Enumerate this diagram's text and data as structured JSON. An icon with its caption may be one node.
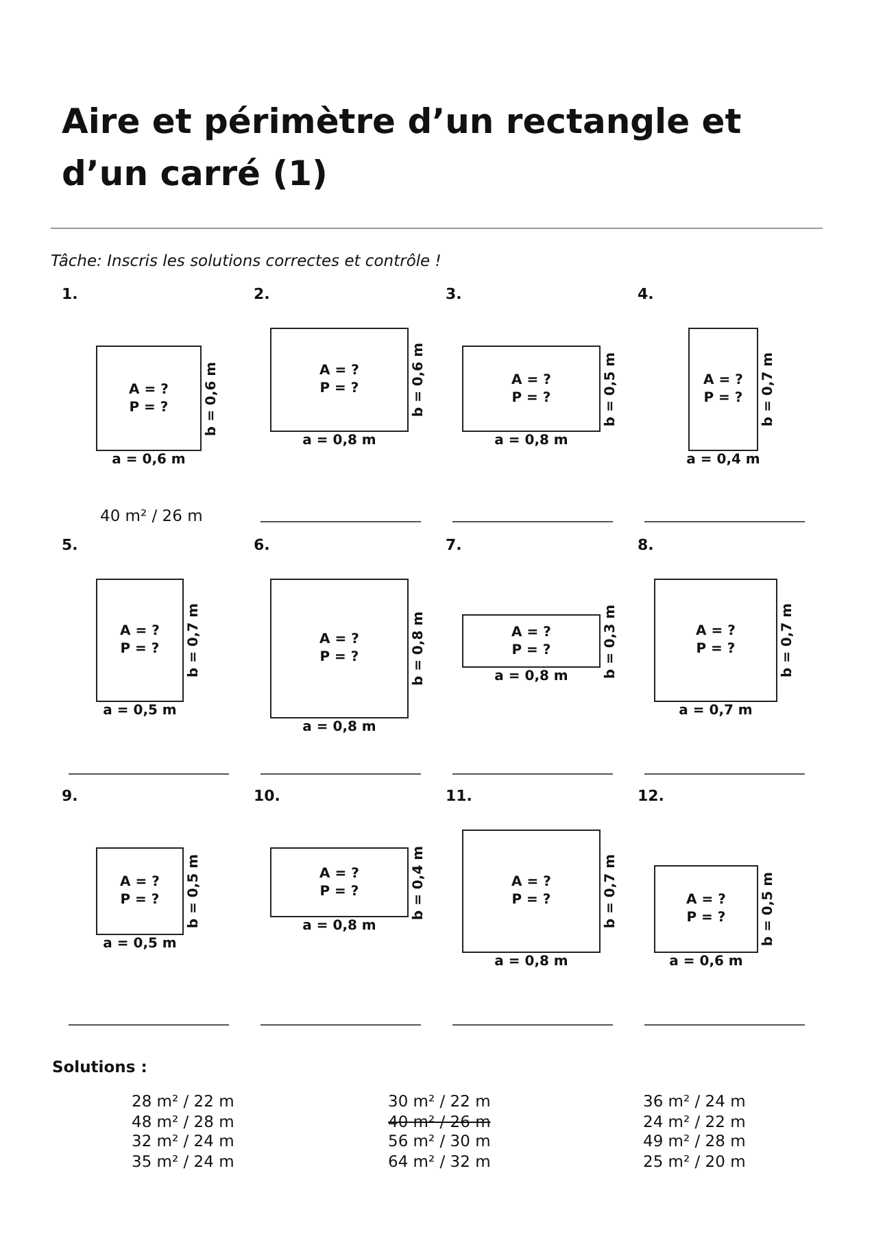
{
  "diagram": {
    "title": "Aire et périmètre d’un rectangle et d’un carré (1)",
    "nodes": [
      {
        "text": [
          "A = ? P = ?"
        ],
        "beside": [
          "a = 0,6 m",
          "b = 0,6 m"
        ]
      },
      {
        "text": [
          "A = ? P = ?"
        ],
        "beside": [
          "a = 0,8 m",
          "b = 0,6 m"
        ]
      },
      {
        "text": [
          "A = ? P = ?"
        ],
        "beside": [
          "a = 0,8 m",
          "b = 0,5 m"
        ]
      },
      {
        "text": [
          "A = ? P = ?"
        ],
        "beside": [
          "a = 0,4 m",
          "b = 0,7 m"
        ]
      },
      {
        "text": [
          "A = ? P = ?"
        ],
        "beside": [
          "a = 0,5 m",
          "b = 0,7 m"
        ]
      },
      {
        "text": [
          "A = ? P = ?"
        ],
        "beside": [
          "a = 0,8 m",
          "b = 0,8 m"
        ]
      },
      {
        "text": [
          "A = ? P = ?"
        ],
        "beside": [
          "a = 0,8 m",
          "b = 0,3 m"
        ]
      },
      {
        "text": [
          "A = ? P = ?"
        ],
        "beside": [
          "a = 0,7 m",
          "b = 0,7 m"
        ]
      },
      {
        "text": [
          "A = ? P = ?"
        ],
        "beside": [
          "a = 0,5 m",
          "b = 0,5 m"
        ]
      },
      {
        "text": [
          "A = ? P = ?"
        ],
        "beside": [
          "a = 0,8 m",
          "b = 0,4 m"
        ]
      },
      {
        "text": [
          "A = ? P = ?"
        ],
        "beside": [
          "a = 0,8 m",
          "b = 0,7 m"
        ]
      },
      {
        "text": [
          "A = ? P = ?"
        ],
        "beside": [
          "a = 0,6 m",
          "b = 0,5 m"
        ]
      }
    ],
    "labels": [
      "Tâche: Inscris les solutions correctes et contrôle !",
      "1.",
      "2.",
      "3.",
      "4.",
      "40 m² / 26 m",
      "5.",
      "6.",
      "7.",
      "8.",
      "9.",
      "10.",
      "11.",
      "12.",
      "Solutions :",
      "28 m² / 22 m",
      "30 m² / 22 m",
      "36 m² / 24 m",
      "48 m² / 28 m",
      "40 m² / 26 m",
      "24 m² / 22 m",
      "32 m² / 24 m",
      "56 m² / 30 m",
      "49 m² / 28 m",
      "35 m² / 24 m",
      "64 m² / 32 m",
      "25 m² / 20 m"
    ]
  }
}
